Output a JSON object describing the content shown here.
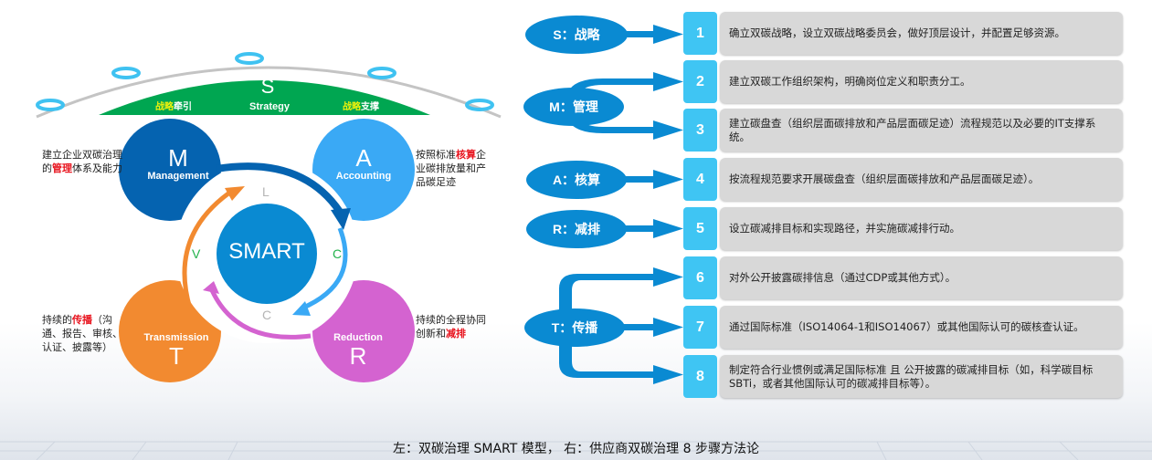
{
  "smart_model": {
    "strategy": {
      "letter": "S",
      "word": "Strategy",
      "left_label_highlight": "战略",
      "left_label_rest": "牵引",
      "right_label_highlight": "战略",
      "right_label_rest": "支撑"
    },
    "center_label": "SMART",
    "ring_letters": {
      "top": "L",
      "right": "C",
      "bottom": "C",
      "left": "V"
    },
    "quadrants": {
      "management": {
        "letter": "M",
        "word": "Management",
        "desc_pre": "建立企业双碳治理\n的",
        "desc_highlight": "管理",
        "desc_post": "体系及能力"
      },
      "accounting": {
        "letter": "A",
        "word": "Accounting",
        "desc_pre": "按照标准",
        "desc_highlight": "核算",
        "desc_post": "企\n业碳排放量和产\n品碳足迹"
      },
      "transmission": {
        "letter": "T",
        "word": "Transmission",
        "desc_pre": "持续的",
        "desc_highlight": "传播",
        "desc_post": "（沟\n通、报告、审核、\n认证、披露等）"
      },
      "reduction": {
        "letter": "R",
        "word": "Reduction",
        "desc_pre": "持续的全程协同\n创新和",
        "desc_highlight": "减排",
        "desc_post": ""
      }
    },
    "colors": {
      "strategy_green": "#00a651",
      "management_blue": "#0563b0",
      "accounting_blue": "#3aa9f5",
      "center_blue": "#0a8ad2",
      "transmission_orange": "#f28a30",
      "reduction_purple": "#d463d0",
      "highlight_red": "#e8141e",
      "highlight_yellow": "#f0f20b"
    }
  },
  "methodology": {
    "categories": [
      {
        "label": "S：战略"
      },
      {
        "label": "M：管理"
      },
      {
        "label": "A：核算"
      },
      {
        "label": "R：减排"
      },
      {
        "label": "T：传播"
      }
    ],
    "steps": [
      {
        "num": "1",
        "text": "确立双碳战略，设立双碳战略委员会，做好顶层设计，并配置足够资源。"
      },
      {
        "num": "2",
        "text": "建立双碳工作组织架构，明确岗位定义和职责分工。"
      },
      {
        "num": "3",
        "text": "建立碳盘查（组织层面碳排放和产品层面碳足迹）流程规范以及必要的IT支撑系统。"
      },
      {
        "num": "4",
        "text": "按流程规范要求开展碳盘查（组织层面碳排放和产品层面碳足迹）。"
      },
      {
        "num": "5",
        "text": "设立碳减排目标和实现路径，并实施碳减排行动。"
      },
      {
        "num": "6",
        "text": "对外公开披露碳排信息（通过CDP或其他方式）。"
      },
      {
        "num": "7",
        "text": "通过国际标准（ISO14064-1和ISO14067）或其他国际认可的碳核查认证。"
      },
      {
        "num": "8",
        "text": "制定符合行业惯例或满足国际标准 且 公开披露的碳减排目标（如，科学碳目标SBTi，或者其他国际认可的碳减排目标等）。"
      }
    ]
  },
  "caption": "左：双碳治理 SMART 模型，  右：供应商双碳治理 8 步骤方法论"
}
